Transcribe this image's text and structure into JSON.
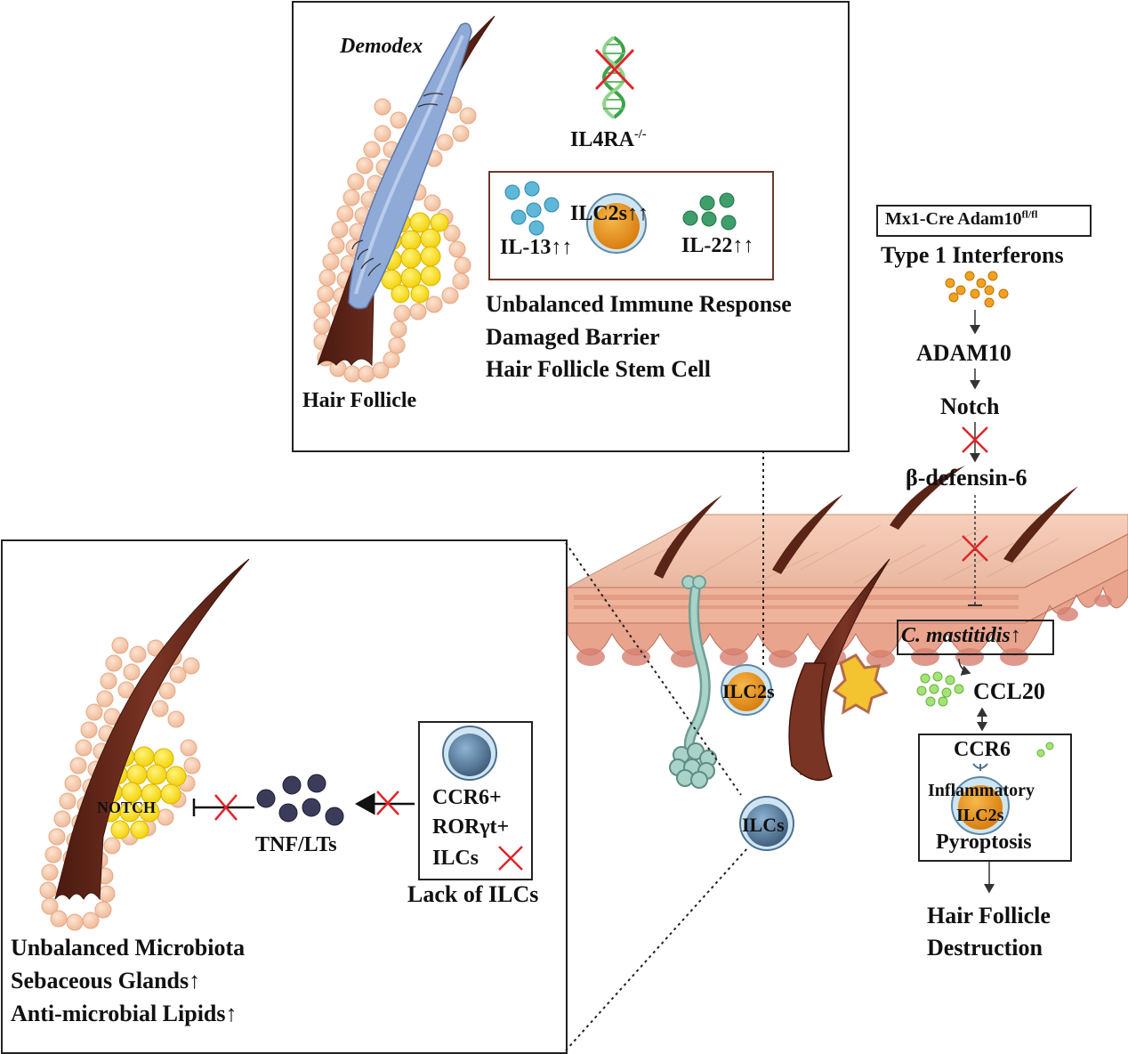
{
  "top_panel": {
    "demodex": "Demodex",
    "hair_follicle": "Hair Follicle",
    "il4ra": "IL4RA",
    "il4ra_sup": "-/-",
    "ilc2s": "ILC2s↑↑",
    "il13": "IL-13↑↑",
    "il22": "IL-22↑↑",
    "lines": [
      "Unbalanced Immune Response",
      "Damaged Barrier",
      "Hair Follicle Stem Cell"
    ]
  },
  "right_pathway": {
    "model": "Mx1-Cre Adam10",
    "model_sup": "fl/fl",
    "interferons": "Type 1 Interferons",
    "adam10": "ADAM10",
    "notch": "Notch",
    "defensin": "β-defensin-6",
    "c_mastitidis": "C. mastitidis↑",
    "ccl20": "CCL20",
    "ccr6": "CCR6",
    "inflammatory": "Inflammatory",
    "ilc2s": "ILC2s",
    "pyroptosis": "Pyroptosis",
    "outcome_1": "Hair Follicle",
    "outcome_2": "Destruction"
  },
  "skin": {
    "ilc2s_label": "ILC2s",
    "ilcs_label": "ILCs"
  },
  "left_panel": {
    "notch": "NOTCH",
    "tnf": "TNF/LTs",
    "ccr6": "CCR6+",
    "rorgt": "RORγt+",
    "ilcs": "ILCs",
    "lack": "Lack of ILCs",
    "lines": [
      "Unbalanced Microbiota",
      "Sebaceous Glands↑",
      "Anti-microbial Lipids↑"
    ]
  },
  "colors": {
    "hair": "#6b2a1e",
    "skin_top": "#f2c4ae",
    "dermis": "#f0b8a3",
    "cell": "#f6cdb1",
    "gland": "#ffe000",
    "demodex": "#8fa9d6",
    "il13_dot": "#5fb8d8",
    "il22_dot": "#3f9f6a",
    "ifn_dot": "#f0a21f",
    "ccl20_dot": "#9ee06a",
    "tnf_dot": "#3b3b5a",
    "ilc": "#4d6f8f",
    "ilc2": "#e58a18",
    "inhibit": "#e0242a"
  }
}
